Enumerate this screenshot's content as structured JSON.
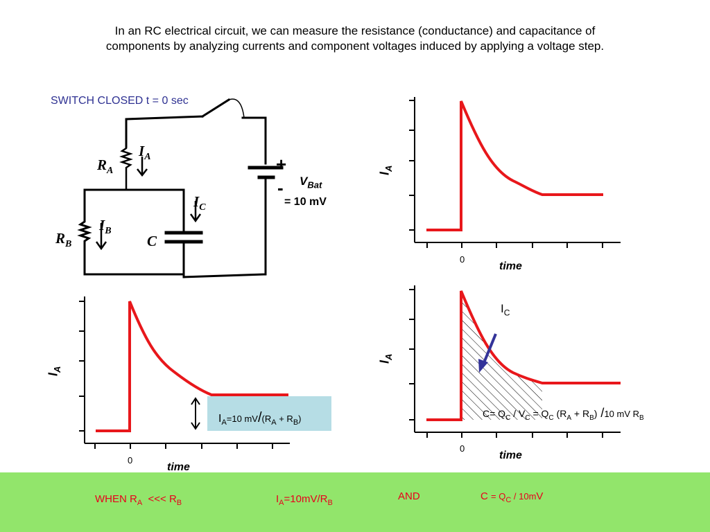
{
  "intro_text": "In an RC electrical circuit, we can measure the resistance (conductance) and capacitance of components by analyzing currents and component voltages induced by applying a voltage step.",
  "switch_caption": "SWITCH CLOSED t = 0 sec",
  "circuit": {
    "ra": {
      "main": "R",
      "sub": "A"
    },
    "rb": {
      "main": "R",
      "sub": "B"
    },
    "ia": {
      "main": "I",
      "sub": "A"
    },
    "ib": {
      "main": "I",
      "sub": "B"
    },
    "ic": {
      "main": "I",
      "sub": "C"
    },
    "c": "C",
    "plus": "+",
    "minus": "-",
    "vbat": {
      "main": "V",
      "sub": "Bat"
    },
    "vbat_value": "= 10 mV"
  },
  "graphs": {
    "top": {
      "ylabel": {
        "main": "I",
        "sub": "A"
      },
      "zero": "0",
      "xlabel": "time"
    },
    "bottom_left": {
      "ylabel": {
        "main": "I",
        "sub": "A"
      },
      "zero": "0",
      "xlabel": "time"
    },
    "bottom_right": {
      "ylabel": {
        "main": "I",
        "sub": "A"
      },
      "zero": "0",
      "xlabel": "time"
    }
  },
  "annotations": {
    "ic_label": {
      "main": "I",
      "sub": "C"
    },
    "ia_formula": {
      "a": "I",
      "a_sub": "A",
      "b": "=10 mV",
      "c": "/",
      "d": "(R",
      "e_sub": "A",
      "f": " + R",
      "g_sub": "B",
      "h": ")"
    },
    "c_formula": {
      "a": "C= Q",
      "a_sub": "C",
      "b": " / V",
      "b_sub": "C",
      "c": " = Q",
      "c_sub": "C",
      "d": " (R",
      "d_sub": "A",
      "e": " + R",
      "e_sub": "B",
      "f": ")",
      "g": " /",
      "h": "10 mV R",
      "h_sub": "B"
    }
  },
  "footer": {
    "when": {
      "a": "WHEN R",
      "a_sub": "A",
      "b": "  <<< R",
      "b_sub": "B"
    },
    "ia": {
      "a": "I",
      "a_sub": "A",
      "b": "=10mV/R",
      "b_sub": "B"
    },
    "and": "AND",
    "c": {
      "a": "C ",
      "b": "= Q",
      "b_sub": "C",
      "c": " / 10m",
      "d": "V"
    }
  },
  "colors": {
    "curve": "#e8171b",
    "caption": "#2e3192",
    "arrow": "#333399",
    "ia_box": "#b6dde5",
    "footer_bg": "#92e56b",
    "footer_text": "#e8001c"
  }
}
